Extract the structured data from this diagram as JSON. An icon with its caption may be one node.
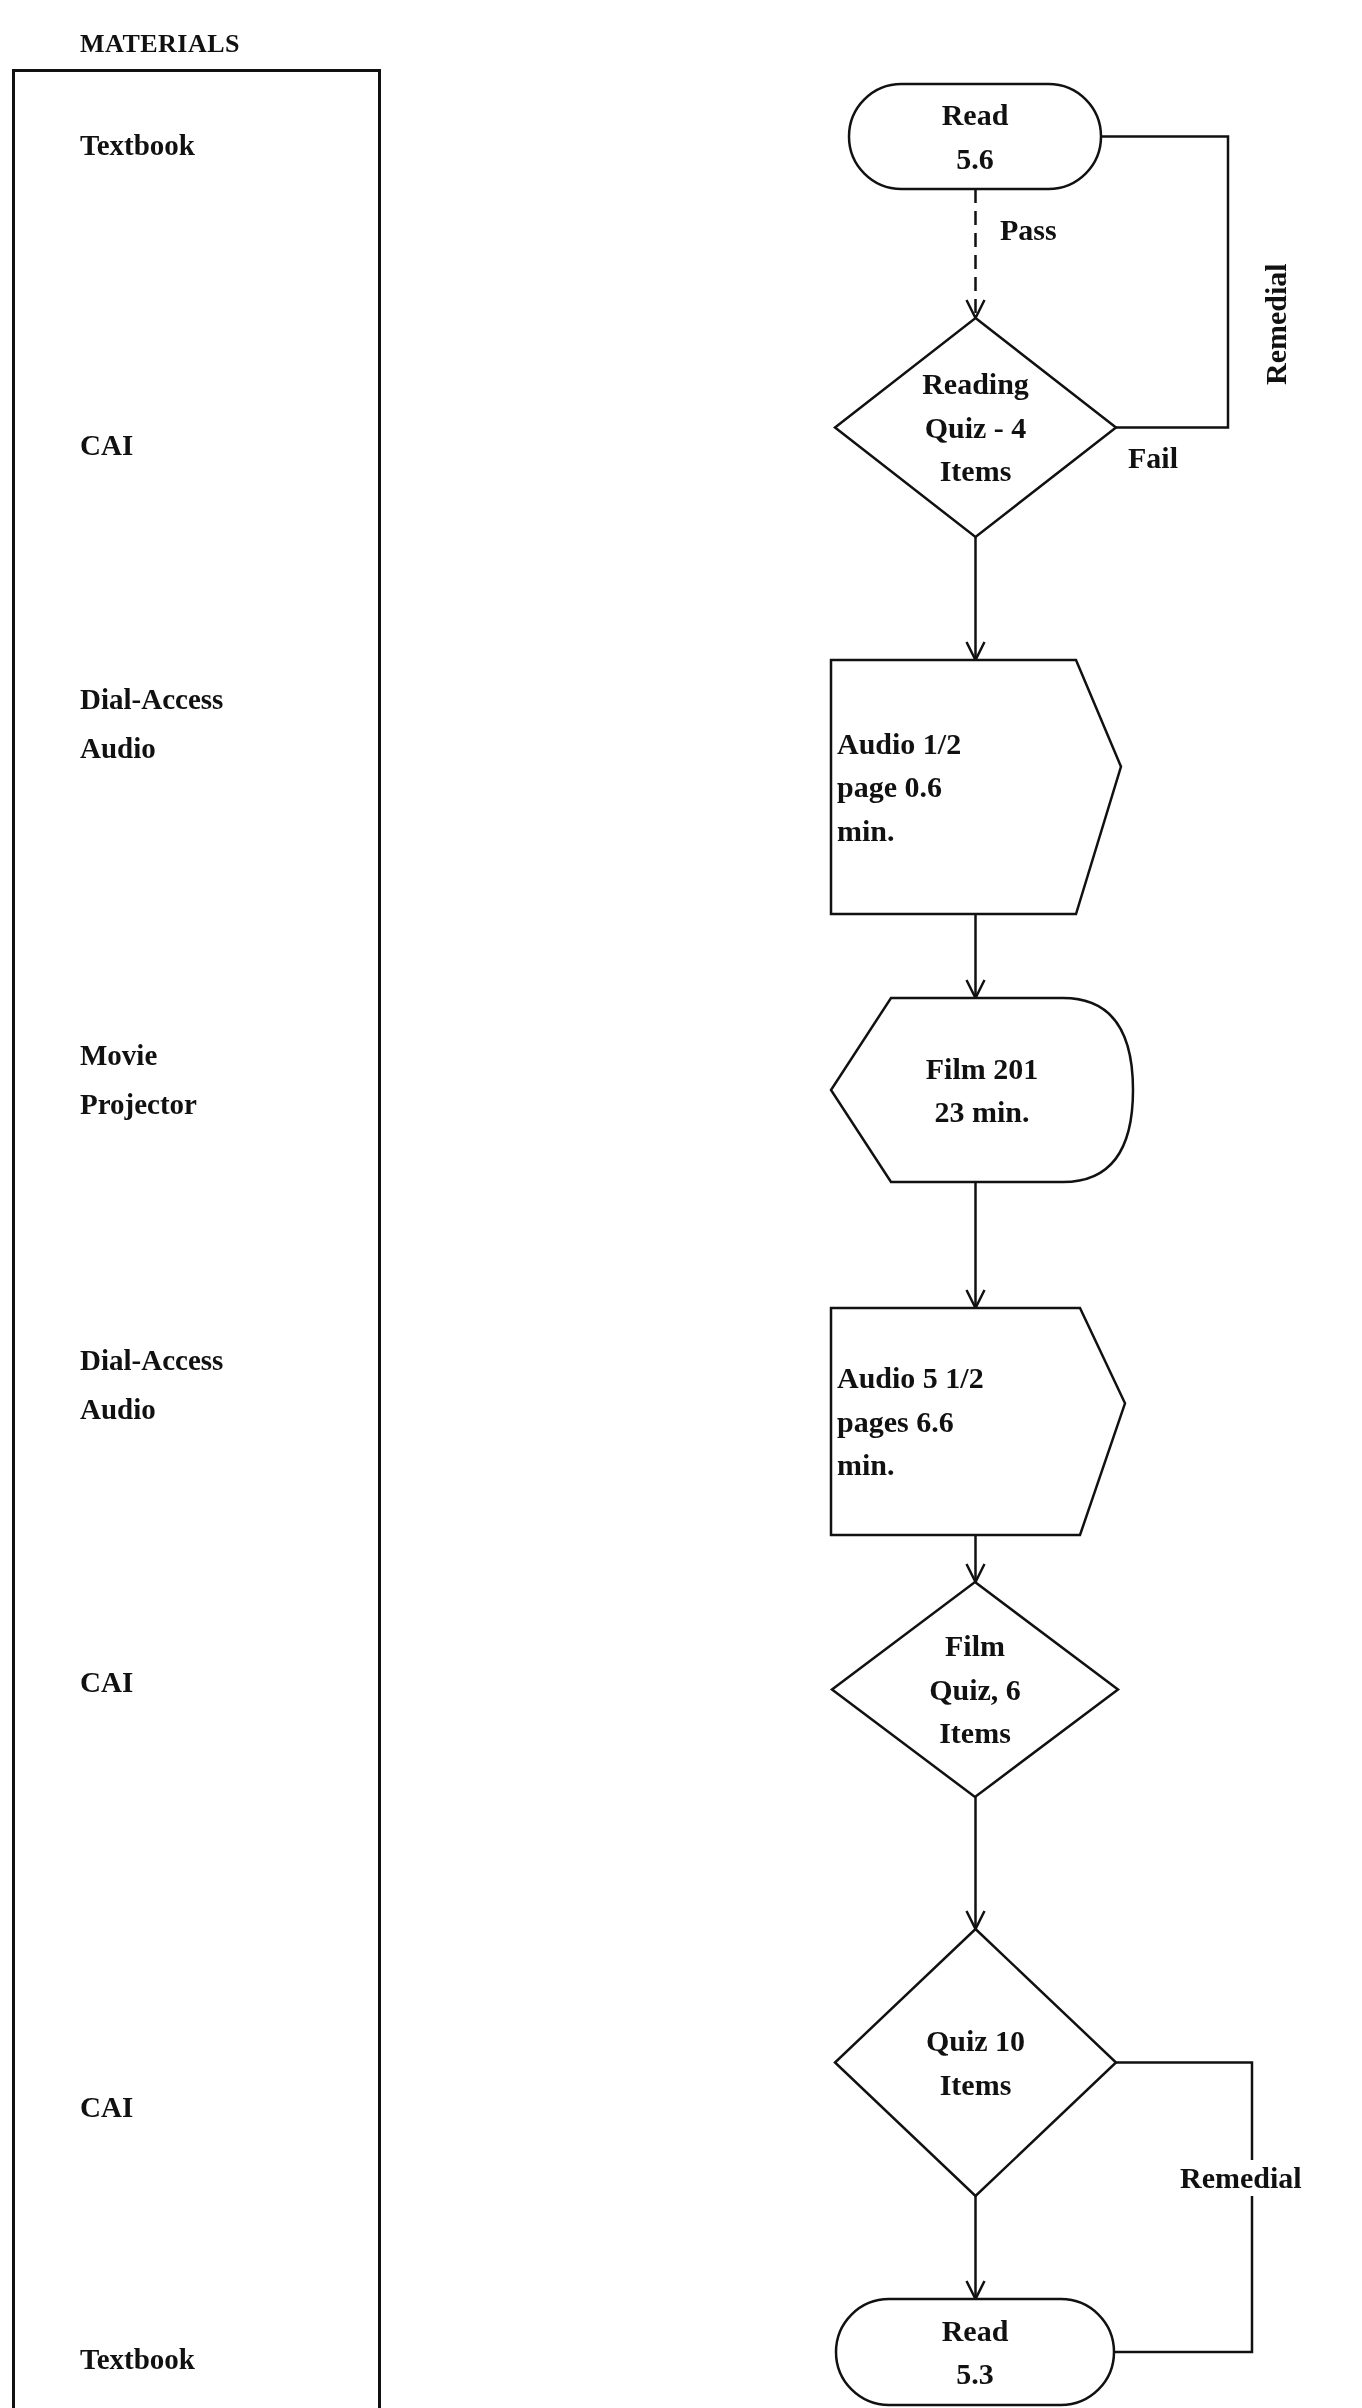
{
  "diagram": {
    "nodes": [
      {
        "text": [
          "MATERIALS",
          "Textbook",
          "CAI",
          "Dial-Access Audio",
          "Movie Projector",
          "Dial-Access Audio",
          "CAI",
          "CAI",
          "Textbook"
        ]
      },
      {
        "text": [
          "Read 5.6"
        ]
      },
      {
        "text": [
          "Reading Quiz - 4 Items"
        ]
      },
      {
        "text": [
          "Audio 1/2 page 0.6 min."
        ]
      },
      {
        "text": [
          "Film 201 23 min."
        ]
      },
      {
        "text": [
          "Audio 5 1/2 pages 6.6 min."
        ]
      },
      {
        "text": [
          "Film Quiz, 6 Items"
        ]
      },
      {
        "text": [
          "Quiz 10 Items"
        ]
      },
      {
        "text": [
          "Read 5.3"
        ]
      }
    ],
    "edges": [
      {
        "from": 1,
        "to": 2,
        "arrow": "to",
        "label": "Pass",
        "style": "dashed"
      },
      {
        "from": 2,
        "to": 1,
        "arrow": "none",
        "label": "Remedial"
      },
      {
        "from": 2,
        "to": 3,
        "arrow": "to"
      },
      {
        "from": 3,
        "to": 4,
        "arrow": "to"
      },
      {
        "from": 4,
        "to": 5,
        "arrow": "to"
      },
      {
        "from": 5,
        "to": 6,
        "arrow": "to"
      },
      {
        "from": 6,
        "to": 7,
        "arrow": "to"
      },
      {
        "from": 7,
        "to": 8,
        "arrow": "to"
      },
      {
        "from": 7,
        "to": 8,
        "arrow": "none",
        "label": "Remedial"
      }
    ],
    "labels": [
      "Fail"
    ]
  }
}
